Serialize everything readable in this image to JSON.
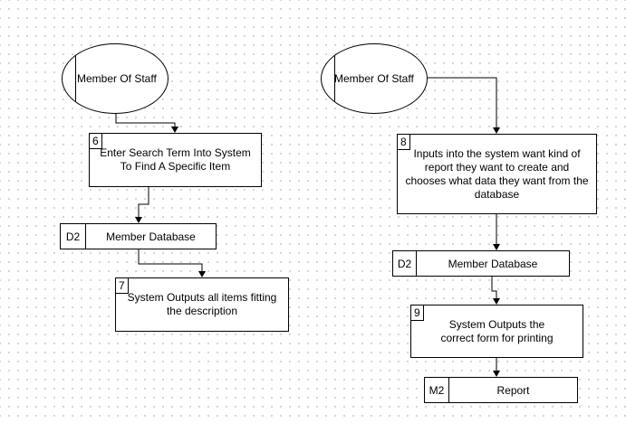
{
  "left_flow": {
    "entity": {
      "label": "Member Of Staff"
    },
    "process_6": {
      "number": "6",
      "text": "Enter Search Term Into System To Find A Specific Item"
    },
    "store_d2": {
      "id": "D2",
      "name": "Member Database"
    },
    "process_7": {
      "number": "7",
      "text": "System Outputs all items fitting the description"
    }
  },
  "right_flow": {
    "entity": {
      "label": "Member Of Staff"
    },
    "process_8": {
      "number": "8",
      "text": "Inputs into the system want kind of report they want to create and chooses what data they want from the database"
    },
    "store_d2": {
      "id": "D2",
      "name": "Member Database"
    },
    "process_9": {
      "number": "9",
      "text": "System Outputs the correct form for printing"
    },
    "store_m2": {
      "id": "M2",
      "name": "Report"
    }
  },
  "colors": {
    "line": "#000000",
    "grid_dot": "#c9c9c9",
    "background": "#ffffff"
  }
}
